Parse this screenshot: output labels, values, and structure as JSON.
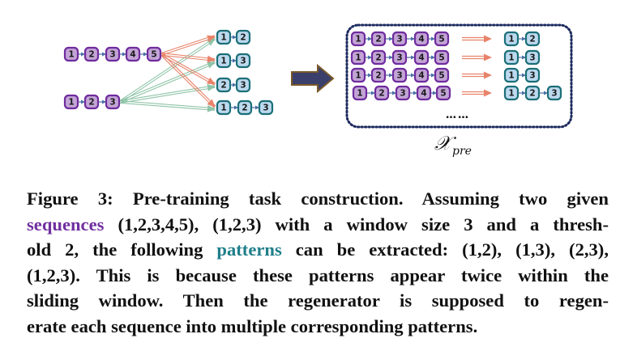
{
  "figure": {
    "left_panel": {
      "sequences": [
        [
          "1",
          "2",
          "3",
          "4",
          "5"
        ],
        [
          "1",
          "2",
          "3"
        ]
      ],
      "patterns": [
        [
          "1",
          "2"
        ],
        [
          "1",
          "3"
        ],
        [
          "2",
          "3"
        ],
        [
          "1",
          "2",
          "3"
        ]
      ]
    },
    "transform_arrow": "right-arrow-icon",
    "right_panel": {
      "rows": [
        {
          "sequence": [
            "1",
            "2",
            "3",
            "4",
            "5"
          ],
          "pattern": [
            "1",
            "2"
          ]
        },
        {
          "sequence": [
            "1",
            "2",
            "3",
            "4",
            "5"
          ],
          "pattern": [
            "1",
            "3"
          ]
        },
        {
          "sequence": [
            "1",
            "2",
            "3",
            "4",
            "5"
          ],
          "pattern": [
            "1",
            "3"
          ]
        },
        {
          "sequence": [
            "1",
            "2",
            "3",
            "4",
            "5"
          ],
          "pattern": [
            "1",
            "2",
            "3"
          ]
        }
      ],
      "ellipsis": "……",
      "set_label_main": "𝒳",
      "set_label_sub": "pre"
    },
    "colors": {
      "sequence_fill": "#c3a4d6",
      "sequence_stroke": "#6f2c9e",
      "pattern_fill": "#bcd9ee",
      "pattern_stroke": "#1b6f78",
      "link_arrow": "#4a6fa5",
      "seq_edge": "#e8836a",
      "seq2_edge": "#8fc4a8",
      "big_arrow_fill": "#3b3f6b",
      "big_arrow_stroke": "#7a5a2a",
      "box_border": "#1c2a5e"
    }
  },
  "caption": {
    "lines": [
      [
        {
          "t": "Figure 3: Pre-training task construction. Assuming two given"
        }
      ],
      [
        {
          "t": "sequences",
          "c": "seq"
        },
        {
          "t": " (1,2,3,4,5), (1,2,3) with a window size 3 and a thresh-"
        }
      ],
      [
        {
          "t": "old 2, the following "
        },
        {
          "t": "patterns",
          "c": "pat"
        },
        {
          "t": " can be extracted: (1,2), (1,3), (2,3),"
        }
      ],
      [
        {
          "t": "(1,2,3). This is because these patterns appear twice within the"
        }
      ],
      [
        {
          "t": "sliding window. Then the regenerator is supposed to regen-"
        }
      ],
      [
        {
          "t": "erate each sequence into multiple corresponding patterns."
        }
      ]
    ],
    "colors": {
      "seq": "#7030a0",
      "pat": "#1f7f8a"
    }
  }
}
